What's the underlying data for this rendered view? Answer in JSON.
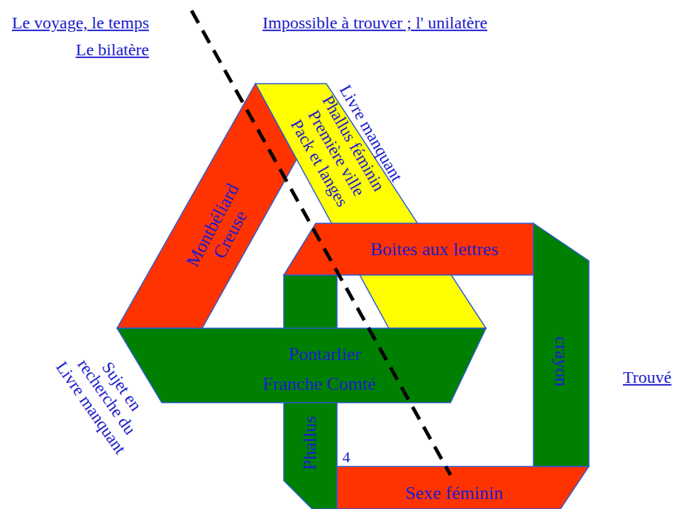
{
  "diagram": {
    "nodes": [
      {
        "text": [
          "Montbéliard",
          "Creuse"
        ]
      },
      {
        "text": [
          "Livre manquant",
          "Phallus féminin",
          "Première ville",
          "Pack et langes"
        ]
      },
      {
        "text": [
          "Boites aux lettres"
        ]
      },
      {
        "text": [
          "Pontarlier",
          "Franche Comté"
        ]
      },
      {
        "text": [
          "crayon"
        ]
      },
      {
        "text": [
          "Phallus"
        ]
      },
      {
        "text": [
          "Sexe féminin"
        ]
      }
    ],
    "labels": [
      "Le voyage, le temps",
      "Le bilatère",
      "Impossible à trouver ; l' unilatère",
      "Sujet en recherche du Livre manquant",
      "Trouvé",
      "4"
    ]
  }
}
